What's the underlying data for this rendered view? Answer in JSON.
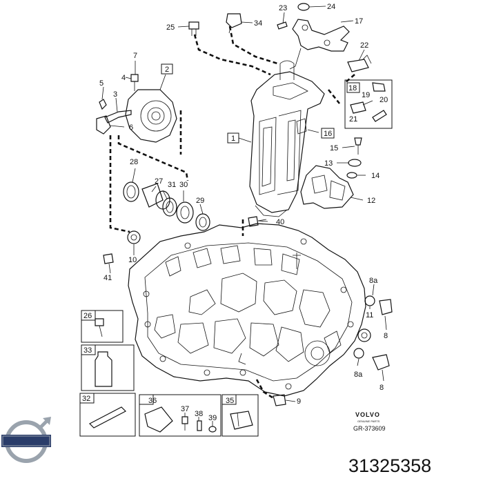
{
  "callouts": [
    {
      "id": "25",
      "text": "25"
    },
    {
      "id": "34",
      "text": "34"
    },
    {
      "id": "23",
      "text": "23"
    },
    {
      "id": "24",
      "text": "24"
    },
    {
      "id": "17",
      "text": "17"
    },
    {
      "id": "22",
      "text": "22"
    },
    {
      "id": "7",
      "text": "7"
    },
    {
      "id": "4",
      "text": "4"
    },
    {
      "id": "2",
      "text": "2",
      "boxed": true
    },
    {
      "id": "5",
      "text": "5"
    },
    {
      "id": "3",
      "text": "3"
    },
    {
      "id": "6",
      "text": "6"
    },
    {
      "id": "18",
      "text": "18",
      "boxed": true
    },
    {
      "id": "19",
      "text": "19"
    },
    {
      "id": "20",
      "text": "20"
    },
    {
      "id": "21",
      "text": "21"
    },
    {
      "id": "16",
      "text": "16",
      "boxed": true
    },
    {
      "id": "1",
      "text": "1",
      "boxed": true
    },
    {
      "id": "15",
      "text": "15"
    },
    {
      "id": "13",
      "text": "13"
    },
    {
      "id": "14",
      "text": "14"
    },
    {
      "id": "12",
      "text": "12"
    },
    {
      "id": "28",
      "text": "28"
    },
    {
      "id": "27",
      "text": "27"
    },
    {
      "id": "31",
      "text": "31"
    },
    {
      "id": "30",
      "text": "30"
    },
    {
      "id": "29",
      "text": "29"
    },
    {
      "id": "40",
      "text": "40"
    },
    {
      "id": "10",
      "text": "10"
    },
    {
      "id": "41",
      "text": "41"
    },
    {
      "id": "8a_top",
      "text": "8a"
    },
    {
      "id": "11",
      "text": "11"
    },
    {
      "id": "8_upper",
      "text": "8"
    },
    {
      "id": "8_lower",
      "text": "8"
    },
    {
      "id": "8a_bottom",
      "text": "8a"
    },
    {
      "id": "26",
      "text": "26"
    },
    {
      "id": "33",
      "text": "33"
    },
    {
      "id": "32",
      "text": "32"
    },
    {
      "id": "36",
      "text": "36"
    },
    {
      "id": "37",
      "text": "37"
    },
    {
      "id": "38",
      "text": "38"
    },
    {
      "id": "39",
      "text": "39"
    },
    {
      "id": "35",
      "text": "35"
    },
    {
      "id": "9",
      "text": "9"
    }
  ],
  "brand": {
    "name": "VOLVO",
    "sub": "GENUINE PARTS",
    "code": "GR-373609",
    "logo_text": "VOLVO"
  },
  "part_number": "31325358",
  "colors": {
    "line": "#111111",
    "logo_blue": "#2a3d6a",
    "logo_silver": "#9aa3ad"
  },
  "icons": [
    "volvo-logo-icon"
  ]
}
